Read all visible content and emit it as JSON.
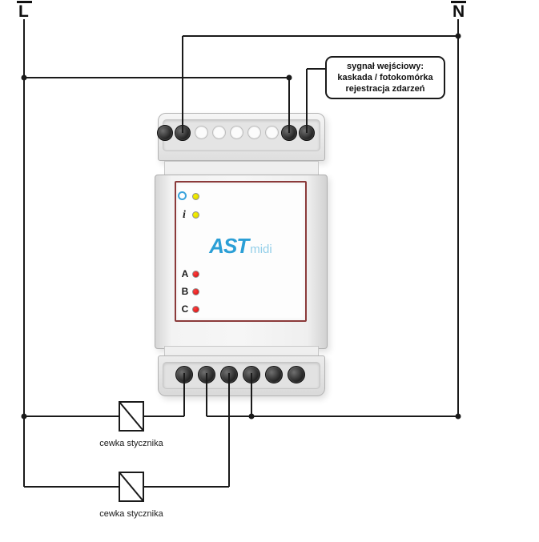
{
  "labels": {
    "phase": "L",
    "neutral": "N",
    "coil1": "cewka stycznika",
    "coil2": "cewka stycznika"
  },
  "annotation": {
    "line1": "sygnał wejściowy:",
    "line2": "kaskada / fotokomórka",
    "line3": "rejestracja zdarzeń"
  },
  "device": {
    "logo": "AST",
    "logo_suffix": "midi",
    "info_symbol": "i",
    "channel_a": "A",
    "channel_b": "B",
    "channel_c": "C"
  },
  "colors": {
    "wire": "#1a1a1a",
    "logo_blue": "#2b9fd6",
    "logo_light_blue": "#93cfe9",
    "led_yellow": "#e8e000",
    "led_red": "#e01212",
    "plate_border": "#8b3a3a"
  }
}
